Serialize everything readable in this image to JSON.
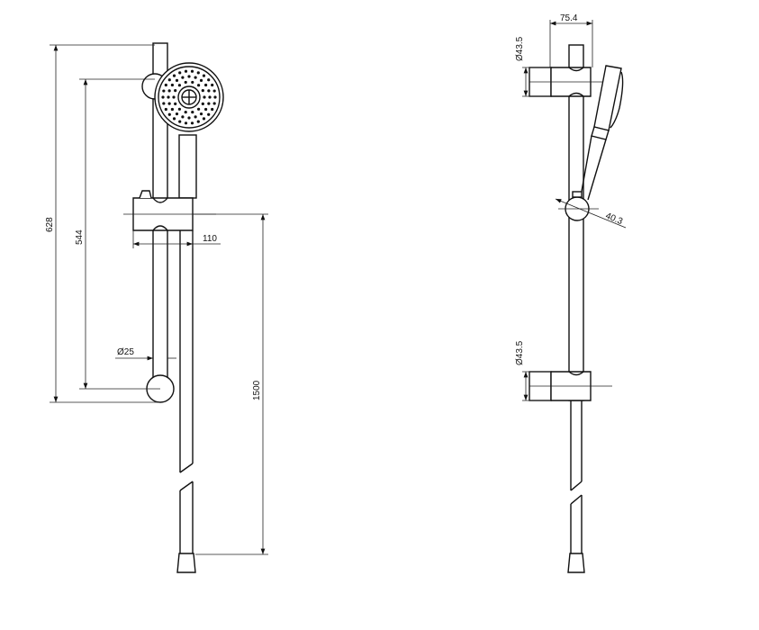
{
  "drawing": {
    "front_view": {
      "dim_overall_height": "628",
      "dim_bracket_spacing": "544",
      "dim_projection": "110",
      "dim_rail_diameter": "Ø25",
      "dim_hose_length": "1500"
    },
    "side_view": {
      "dim_bracket_depth": "75.4",
      "dim_top_bracket_diameter": "Ø43.5",
      "dim_bottom_bracket_diameter": "Ø43.5",
      "dim_slider_diameter": "40.3"
    }
  }
}
